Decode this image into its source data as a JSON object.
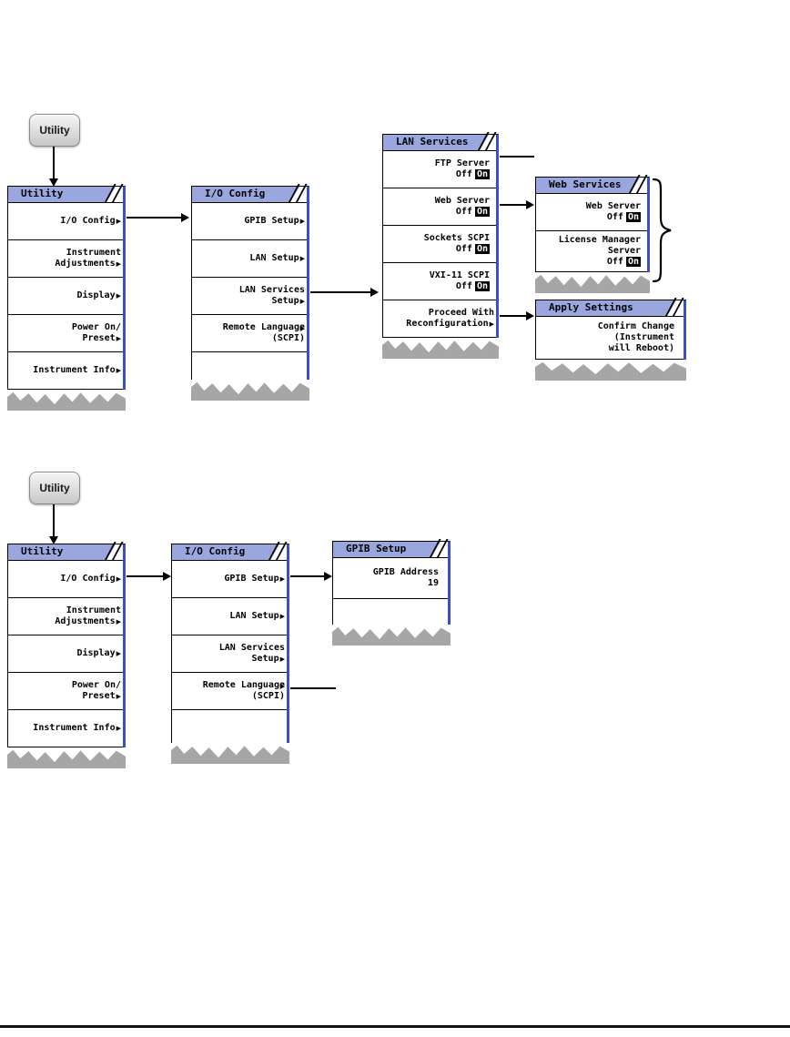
{
  "icons": {
    "submenu_arrow": "▶"
  },
  "hardkey": {
    "label": "Utility"
  },
  "menus": {
    "utility": {
      "title": "Utility",
      "items": [
        {
          "label": "I/O Config",
          "submenu": true
        },
        {
          "label": "Instrument\nAdjustments",
          "submenu": true
        },
        {
          "label": "Display",
          "submenu": true
        },
        {
          "label": "Power On/\nPreset",
          "submenu": true
        },
        {
          "label": "Instrument Info",
          "submenu": true
        }
      ]
    },
    "io_config": {
      "title": "I/O Config",
      "items": [
        {
          "label": "GPIB Setup",
          "submenu": true
        },
        {
          "label": "LAN Setup",
          "submenu": true
        },
        {
          "label": "LAN Services\nSetup",
          "submenu": true
        },
        {
          "label": "Remote Language\n(SCPI)",
          "submenu": true
        }
      ]
    },
    "lan_services": {
      "title": "LAN Services",
      "items": [
        {
          "label": "FTP Server",
          "off": "Off",
          "on": "On"
        },
        {
          "label": "Web Server",
          "off": "Off",
          "on": "On"
        },
        {
          "label": "Sockets SCPI",
          "off": "Off",
          "on": "On"
        },
        {
          "label": "VXI-11 SCPI",
          "off": "Off",
          "on": "On"
        },
        {
          "label": "Proceed With\nReconfiguration",
          "submenu": true
        }
      ]
    },
    "web_services": {
      "title": "Web Services",
      "items": [
        {
          "label": "Web Server",
          "off": "Off",
          "on": "On"
        },
        {
          "label": "License Manager\nServer",
          "off": "Off",
          "on": "On"
        }
      ]
    },
    "apply_settings": {
      "title": "Apply Settings",
      "items": [
        {
          "label": "Confirm Change\n(Instrument\nwill Reboot)"
        }
      ]
    },
    "gpib_setup": {
      "title": "GPIB Setup",
      "items": [
        {
          "label": "GPIB Address\n19"
        }
      ]
    }
  },
  "colors": {
    "title_bar": "#9aa6de",
    "panel_edge": "#3a4fc8",
    "torn": "#a6a6a6",
    "on_bg": "#000000",
    "on_fg": "#ffffff",
    "hardkey_top": "#f6f6f6",
    "hardkey_bottom": "#c7c7c7"
  }
}
